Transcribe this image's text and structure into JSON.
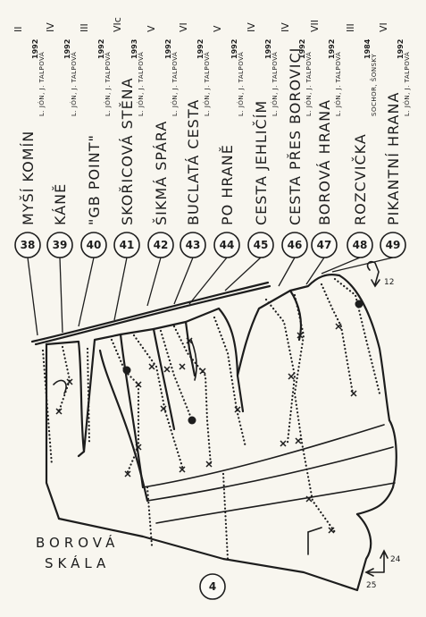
{
  "crag": {
    "line1": "BOROVÁ",
    "line2": "SKÁLA",
    "sector": "4"
  },
  "orientation": {
    "right_value": "12",
    "left_value": "24",
    "bottom_value": "25"
  },
  "routes": [
    {
      "number": "38",
      "name": "MYŠÍ KOMÍN",
      "authors": "L. JÓN, J. TALPOVÁ",
      "grade": "II",
      "year": "1992"
    },
    {
      "number": "39",
      "name": "KÁNĚ",
      "authors": "L. JÓN, J. TALPOVÁ",
      "grade": "IV",
      "year": "1992"
    },
    {
      "number": "40",
      "name": "\"GB POINT\"",
      "authors": "L. JÓN, J. TALPOVÁ",
      "grade": "III",
      "year": "1992"
    },
    {
      "number": "41",
      "name": "SKOŘICOVÁ STĚNA",
      "authors": "L. JÓN, J. TALPOVÁ",
      "grade": "VIc",
      "year": "1993"
    },
    {
      "number": "42",
      "name": "ŠIKMÁ SPÁRA",
      "authors": "L. JÓN, J. TALPOVÁ",
      "grade": "V",
      "year": "1992"
    },
    {
      "number": "43",
      "name": "BUCLATÁ CESTA",
      "authors": "L. JÓN, J. TALPOVÁ",
      "grade": "VI",
      "year": "1992"
    },
    {
      "number": "44",
      "name": "PO HRANĚ",
      "authors": "L. JÓN, J. TALPOVÁ",
      "grade": "V",
      "year": "1992"
    },
    {
      "number": "45",
      "name": "CESTA JEHLIČÍM",
      "authors": "L. JÓN, J. TALPOVÁ",
      "grade": "IV",
      "year": "1992"
    },
    {
      "number": "46",
      "name": "CESTA PŘES BOROVICI",
      "authors": "L. JÓN, J. TALPOVÁ",
      "grade": "IV",
      "year": "1992"
    },
    {
      "number": "47",
      "name": "BOROVÁ HRANA",
      "authors": "L. JÓN, J. TALPOVÁ",
      "grade": "VII",
      "year": "1992"
    },
    {
      "number": "48",
      "name": "ROZCVIČKA",
      "authors": "SOCHOR, ŠONSKÝ",
      "grade": "III",
      "year": "1984"
    },
    {
      "number": "49",
      "name": "PIKANTNÍ HRANA",
      "authors": "L. JÓN, J. TALPOVÁ",
      "grade": "VI",
      "year": "1992"
    }
  ]
}
